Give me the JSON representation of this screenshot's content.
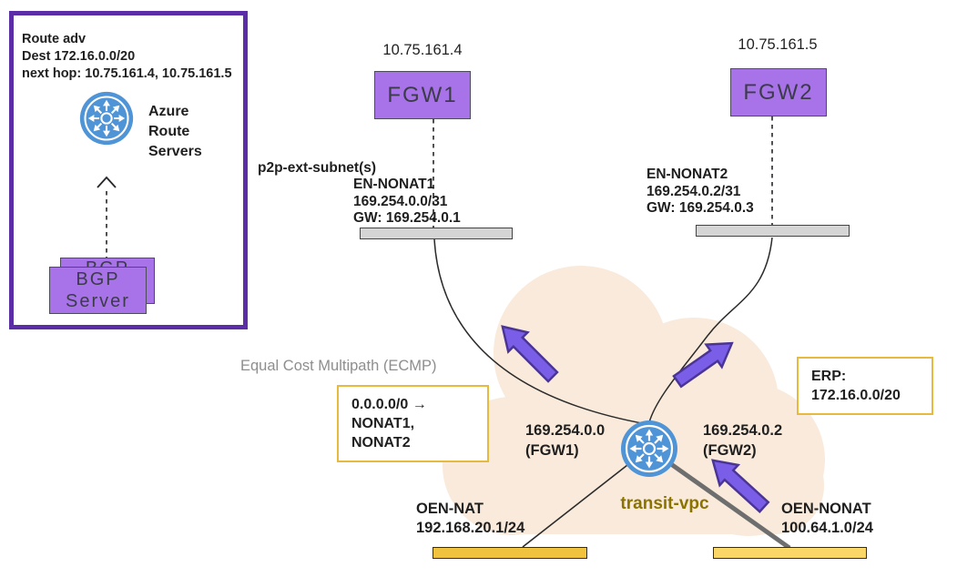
{
  "colors": {
    "panel-border": "#5b2ea8",
    "node-purple": "#a873e8",
    "node-border": "#4c4c5a",
    "router-blue": "#4e94d6",
    "arrow-purple": "#7b5ee8",
    "arrow-border": "#4a3596",
    "cloud-peach": "#f9eadb",
    "gold-border": "#e6b93f",
    "bar-gold": "#f0c23d",
    "bar-gold-light": "#fbd768",
    "subnet-gray": "#d5d5d5",
    "transit-text": "#8b7300",
    "ecmp-gray": "#8e8e8e"
  },
  "route_panel": {
    "adv_lines": [
      "Route adv",
      "Dest 172.16.0.0/20",
      "next hop: 10.75.161.4, 10.75.161.5"
    ],
    "route_server_label_lines": [
      "Azure",
      "Route",
      "Servers"
    ],
    "bgp_label_lines": [
      "BGP",
      "Server"
    ]
  },
  "firewalls": {
    "fgw1": {
      "ip": "10.75.161.4",
      "name": "FGW1"
    },
    "fgw2": {
      "ip": "10.75.161.5",
      "name": "FGW2"
    }
  },
  "subnets": {
    "p2p_label": "p2p-ext-subnet(s)",
    "en_nonat1_lines": [
      "EN-NONAT1",
      "169.254.0.0/31",
      "GW: 169.254.0.1"
    ],
    "en_nonat2_lines": [
      "EN-NONAT2",
      "169.254.0.2/31",
      "GW: 169.254.0.3"
    ]
  },
  "ecmp": {
    "label": "Equal Cost Multipath (ECMP)",
    "route_box_lines": [
      "0.0.0.0/0 →",
      "NONAT1, NONAT2"
    ]
  },
  "erp_box_lines": [
    "ERP:",
    "172.16.0.0/20"
  ],
  "transit": {
    "name": "transit-vpc",
    "peer1_lines": [
      "169.254.0.0",
      "(FGW1)"
    ],
    "peer2_lines": [
      "169.254.0.2",
      "(FGW2)"
    ],
    "oen_nat_lines": [
      "OEN-NAT",
      "192.168.20.1/24"
    ],
    "oen_nonat_lines": [
      "OEN-NONAT",
      "100.64.1.0/24"
    ]
  }
}
